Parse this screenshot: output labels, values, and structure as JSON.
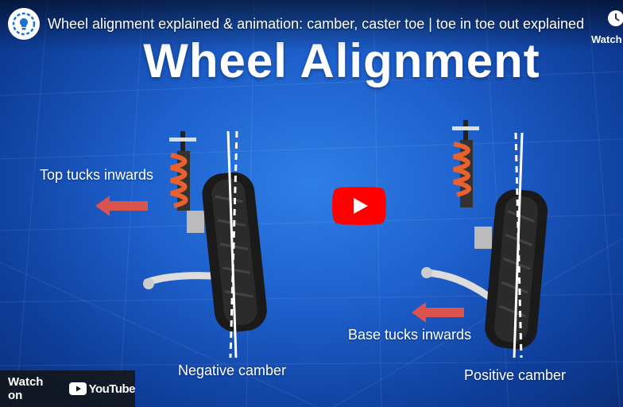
{
  "header": {
    "title": "Wheel alignment explained & animation: camber, caster toe | toe in toe out explained",
    "watch_later_label": "Watch"
  },
  "video": {
    "headline": "Wheel Alignment",
    "left_caption": "Top tucks inwards",
    "left_label": "Negative camber",
    "right_caption": "Base tucks inwards",
    "right_label": "Positive camber"
  },
  "footer": {
    "watch_on": "Watch on",
    "brand": "YouTube"
  },
  "colors": {
    "play_red": "#ff0000",
    "arrow_red": "#d9534f",
    "spring_orange": "#e8622f"
  }
}
